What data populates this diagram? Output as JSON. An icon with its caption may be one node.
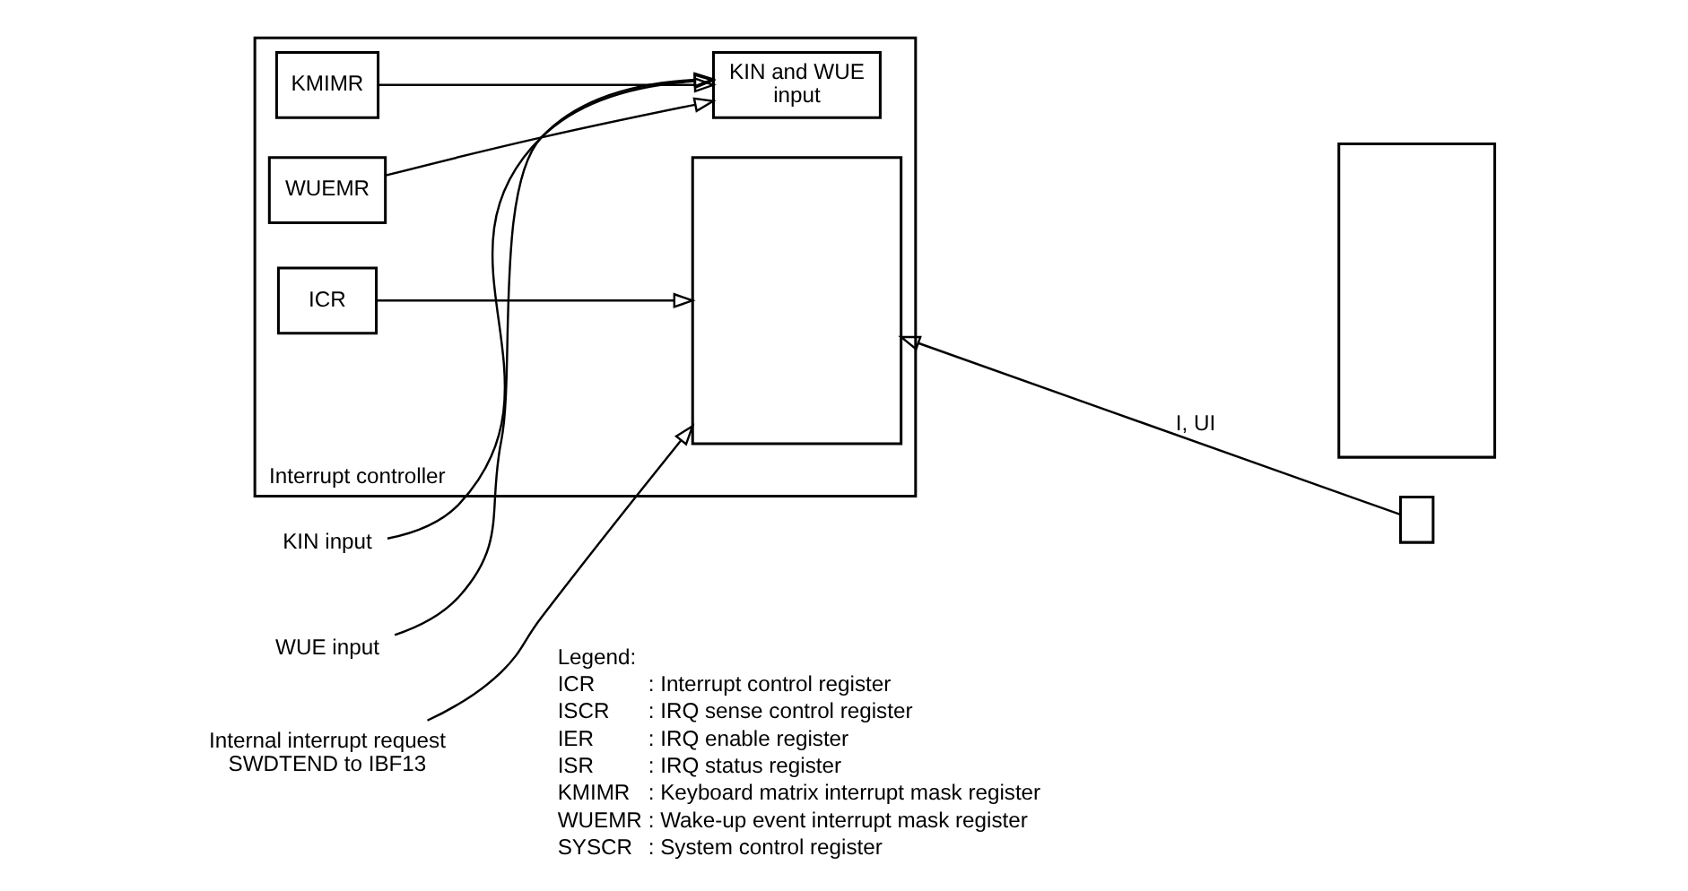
{
  "diagram": {
    "nodes": [
      {
        "text": [
          "Interrupt controller"
        ]
      },
      {
        "text": [
          "KMIMR"
        ],
        "in": 0
      },
      {
        "text": [
          "WUEMR"
        ],
        "in": 0
      },
      {
        "text": [
          "KIN and WUE input"
        ],
        "in": 0
      },
      {
        "text": [],
        "shape": "box",
        "in": 0
      },
      {
        "text": [
          "ICR"
        ],
        "in": 0
      },
      {
        "text": [
          "KIN input"
        ]
      },
      {
        "text": [
          "WUE input"
        ]
      },
      {
        "text": [
          "Internal interrupt request SWDTEND to IBF13"
        ]
      },
      {
        "text": [],
        "shape": "box"
      },
      {
        "text": [],
        "shape": "box"
      }
    ],
    "edges": [
      {
        "from": 1,
        "to": 3,
        "arrow": "to"
      },
      {
        "from": 2,
        "to": 3,
        "arrow": "to"
      },
      {
        "from": 6,
        "to": 3,
        "arrow": "to"
      },
      {
        "from": 7,
        "to": 3,
        "arrow": "to"
      },
      {
        "from": 8,
        "to": 4,
        "arrow": "to"
      },
      {
        "from": 5,
        "to": 4,
        "arrow": "to"
      },
      {
        "from": 10,
        "to": 4,
        "arrow": "to",
        "label": "I, UI"
      }
    ],
    "labels": [
      "Legend:",
      "ICR",
      ": Interrupt control register",
      "ISCR",
      ": IRQ sense control register",
      "IER",
      ": IRQ enable register",
      "ISR",
      ": IRQ status register",
      "KMIMR",
      ": Keyboard matrix interrupt mask register",
      "WUEMR",
      ": Wake-up event interrupt mask register",
      "SYSCR",
      ": System control register"
    ]
  }
}
